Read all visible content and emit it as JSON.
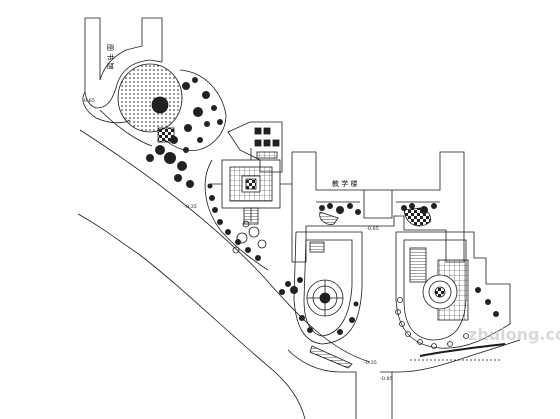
{
  "labels": {
    "library": "图 书 馆",
    "teaching_building": "教 学 楼",
    "elev_library_west": "-0.65",
    "elev_path_left": "-0.35",
    "elev_teaching": "-0.65",
    "elev_entry": "-0.35",
    "elev_bottom": "-0.85"
  },
  "watermark": "zhulong.com",
  "colors": {
    "line": "#1a1a1a",
    "background": "#ffffff",
    "watermark": "#c8c8c8"
  }
}
